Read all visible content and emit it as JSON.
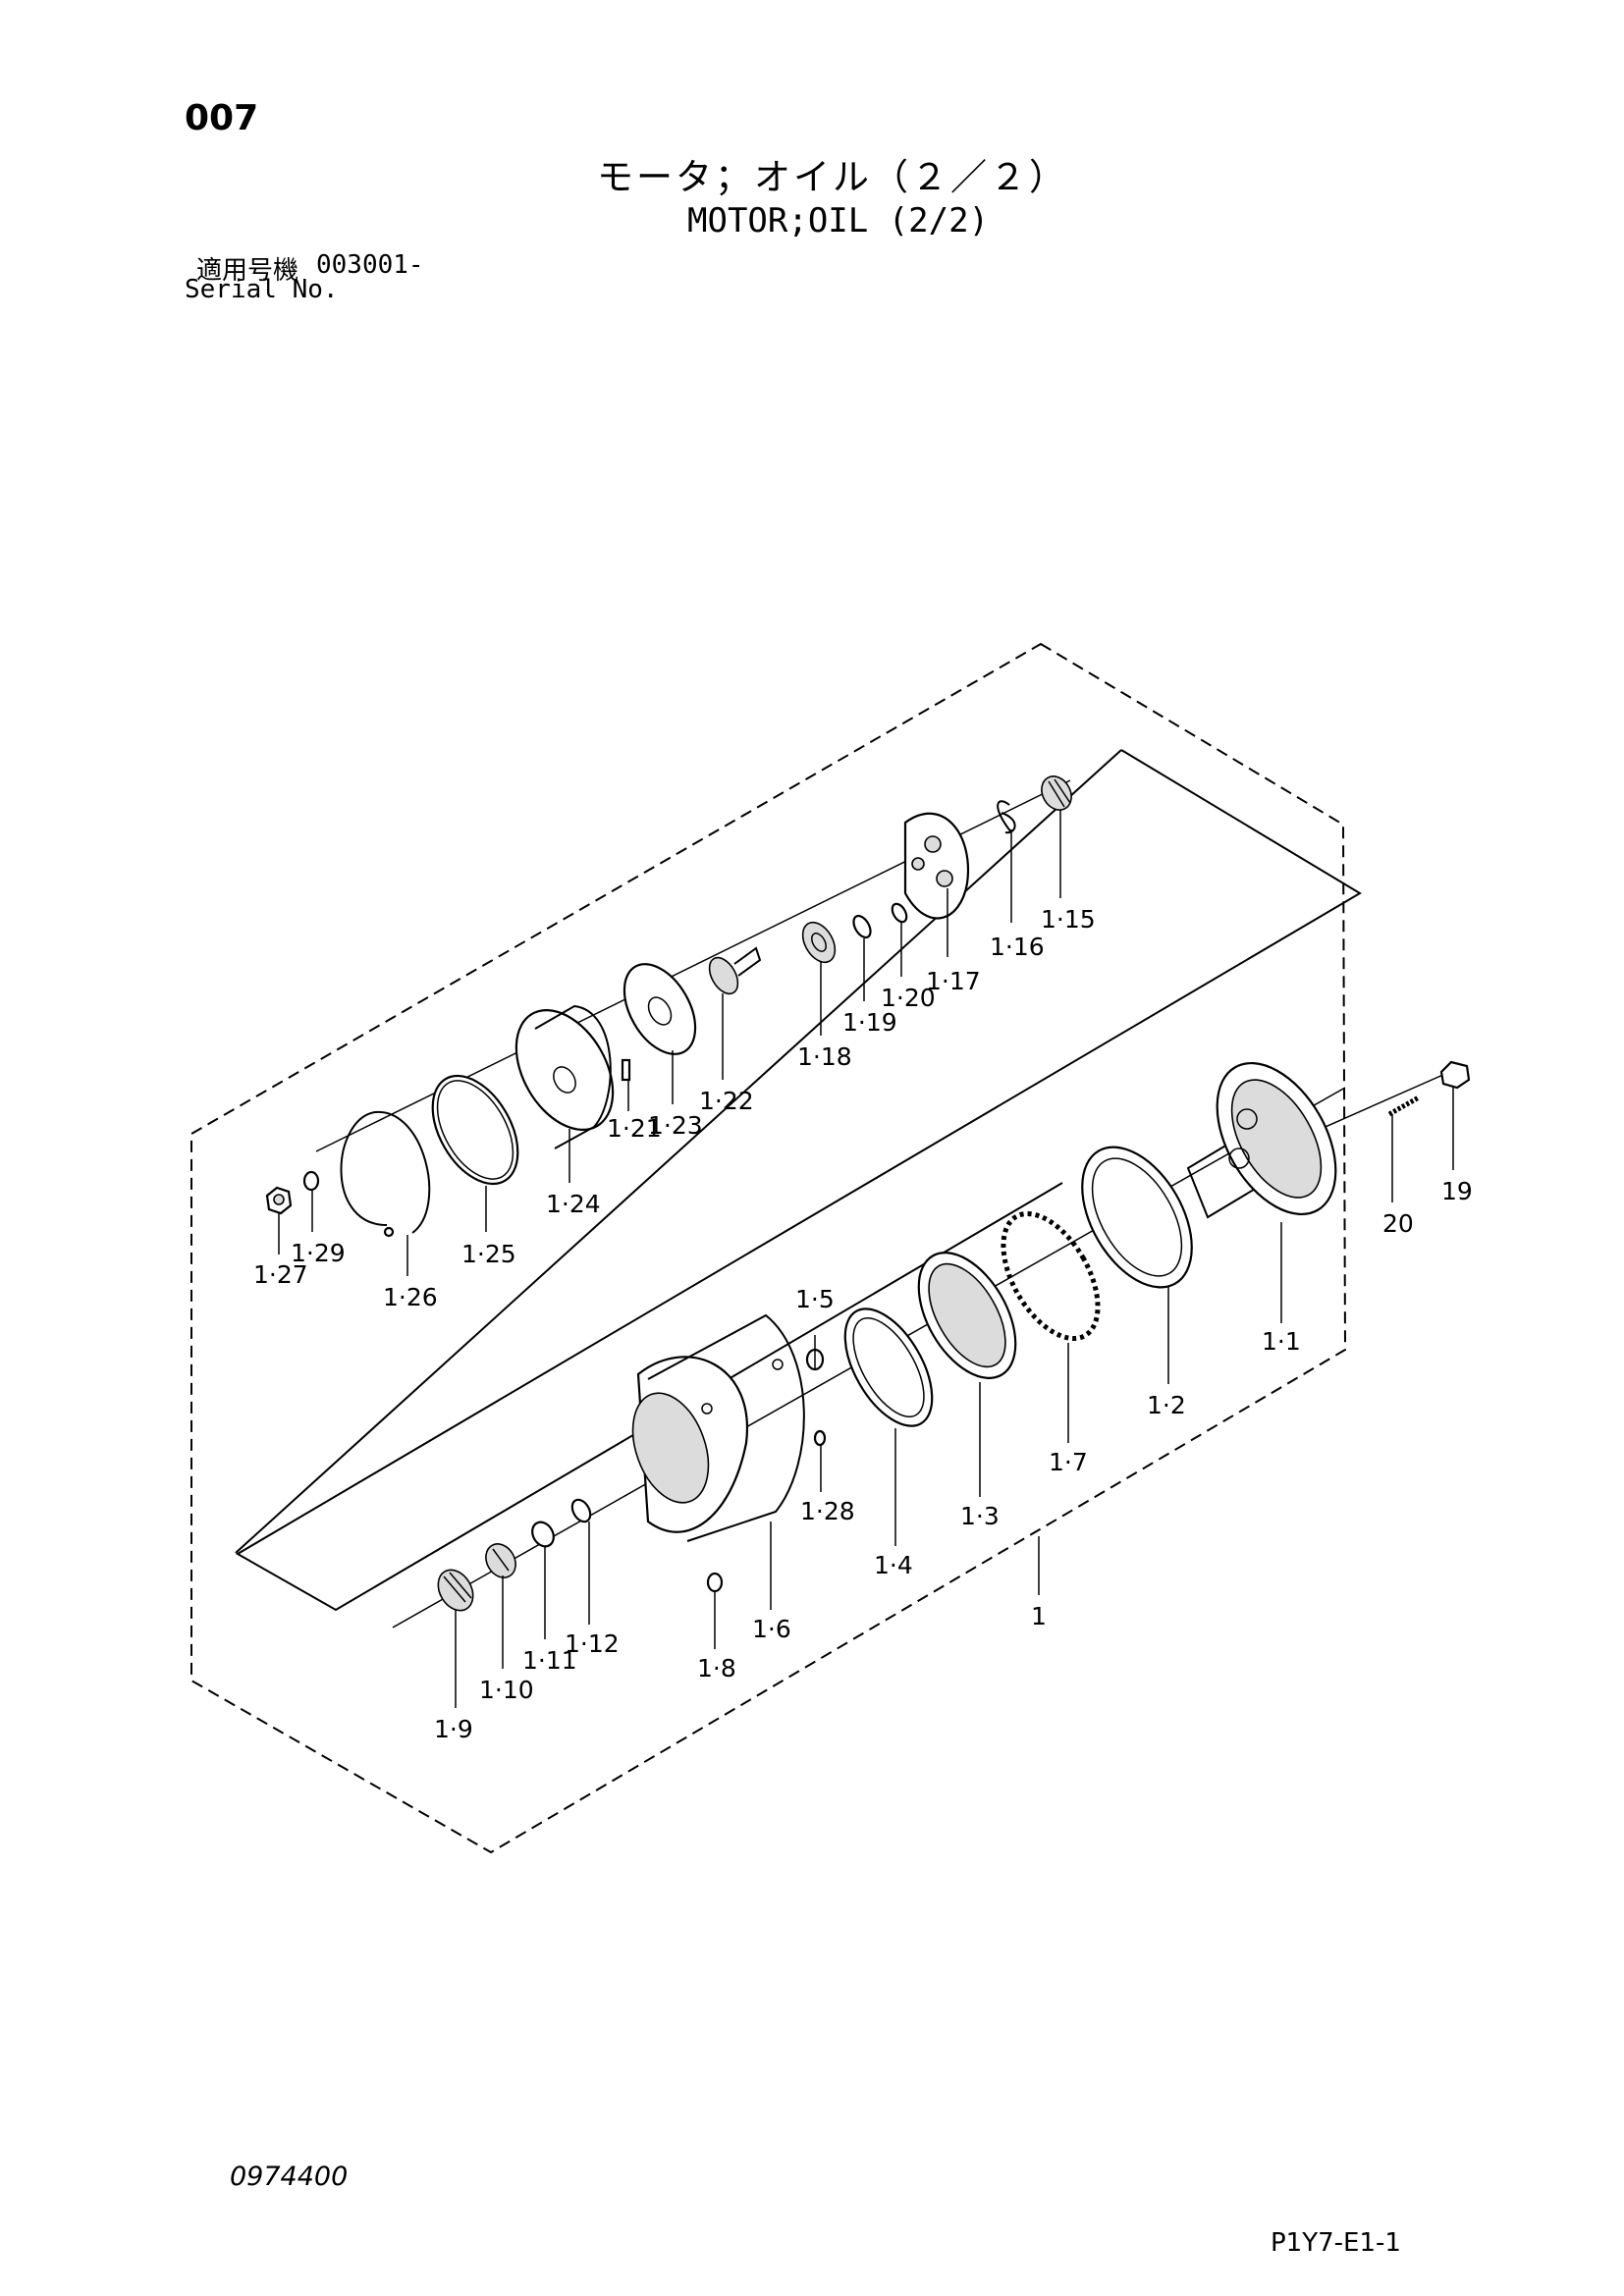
{
  "header": {
    "page_number": "007",
    "title_jp": "モータ；オイル（２／２）",
    "title_en": "MOTOR;OIL (2/2)",
    "serial_label_jp": "適用号機",
    "serial_value": "003001-",
    "serial_label_en": "Serial No."
  },
  "footer": {
    "drawing_number": "0974400",
    "sheet_code": "P1Y7-E1-1"
  },
  "callouts": {
    "c1_1": "1·1",
    "c1_2": "1·2",
    "c1_3": "1·3",
    "c1_4": "1·4",
    "c1_5": "1·5",
    "c1_6": "1·6",
    "c1_7": "1·7",
    "c1_8": "1·8",
    "c1_9": "1·9",
    "c1_10": "1·10",
    "c1_11": "1·11",
    "c1_12": "1·12",
    "c1_15": "1·15",
    "c1_16": "1·16",
    "c1_17": "1·17",
    "c1_18": "1·18",
    "c1_19": "1·19",
    "c1_20": "1·20",
    "c1_21": "1·21",
    "c1_22": "1·22",
    "c1_23": "1·23",
    "c1_24": "1·24",
    "c1_25": "1·25",
    "c1_26": "1·26",
    "c1_27": "1·27",
    "c1_28": "1·28",
    "c1_29": "1·29",
    "c1": "1",
    "c19": "19",
    "c20": "20"
  }
}
